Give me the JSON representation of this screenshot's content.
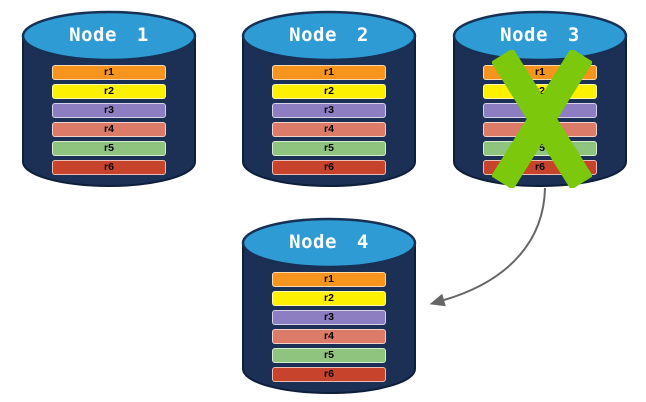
{
  "colors": {
    "background": "#FFFFFF",
    "cylinder_body": "#1C2F55",
    "cylinder_top": "#2E9BD5",
    "cylinder_top_stroke": "#173053",
    "title_text": "#FFFFFF",
    "row_text": "#000000",
    "cross_out": "#7CC80D",
    "arrow": "#666666"
  },
  "nodes": [
    {
      "title": "Node 1",
      "crossed_out": false,
      "rows": [
        {
          "label": "r1",
          "color": "#F7941D"
        },
        {
          "label": "r2",
          "color": "#FDF000"
        },
        {
          "label": "r3",
          "color": "#8C7EC0"
        },
        {
          "label": "r4",
          "color": "#DB7B68"
        },
        {
          "label": "r5",
          "color": "#8FC47E"
        },
        {
          "label": "r6",
          "color": "#C7432B"
        }
      ]
    },
    {
      "title": "Node 2",
      "crossed_out": false,
      "rows": [
        {
          "label": "r1",
          "color": "#F7941D"
        },
        {
          "label": "r2",
          "color": "#FDF000"
        },
        {
          "label": "r3",
          "color": "#8C7EC0"
        },
        {
          "label": "r4",
          "color": "#DB7B68"
        },
        {
          "label": "r5",
          "color": "#8FC47E"
        },
        {
          "label": "r6",
          "color": "#C7432B"
        }
      ]
    },
    {
      "title": "Node 3",
      "crossed_out": true,
      "rows": [
        {
          "label": "r1",
          "color": "#F7941D"
        },
        {
          "label": "r2",
          "color": "#FDF000"
        },
        {
          "label": "r3",
          "color": "#8C7EC0"
        },
        {
          "label": "r4",
          "color": "#DB7B68"
        },
        {
          "label": "r5",
          "color": "#8FC47E"
        },
        {
          "label": "r6",
          "color": "#C7432B"
        }
      ]
    },
    {
      "title": "Node 4",
      "crossed_out": false,
      "rows": [
        {
          "label": "r1",
          "color": "#F7941D"
        },
        {
          "label": "r2",
          "color": "#FDF000"
        },
        {
          "label": "r3",
          "color": "#8C7EC0"
        },
        {
          "label": "r4",
          "color": "#DB7B68"
        },
        {
          "label": "r5",
          "color": "#8FC47E"
        },
        {
          "label": "r6",
          "color": "#C7432B"
        }
      ]
    }
  ],
  "arrow": {
    "from": "Node 3",
    "to": "Node 4"
  }
}
